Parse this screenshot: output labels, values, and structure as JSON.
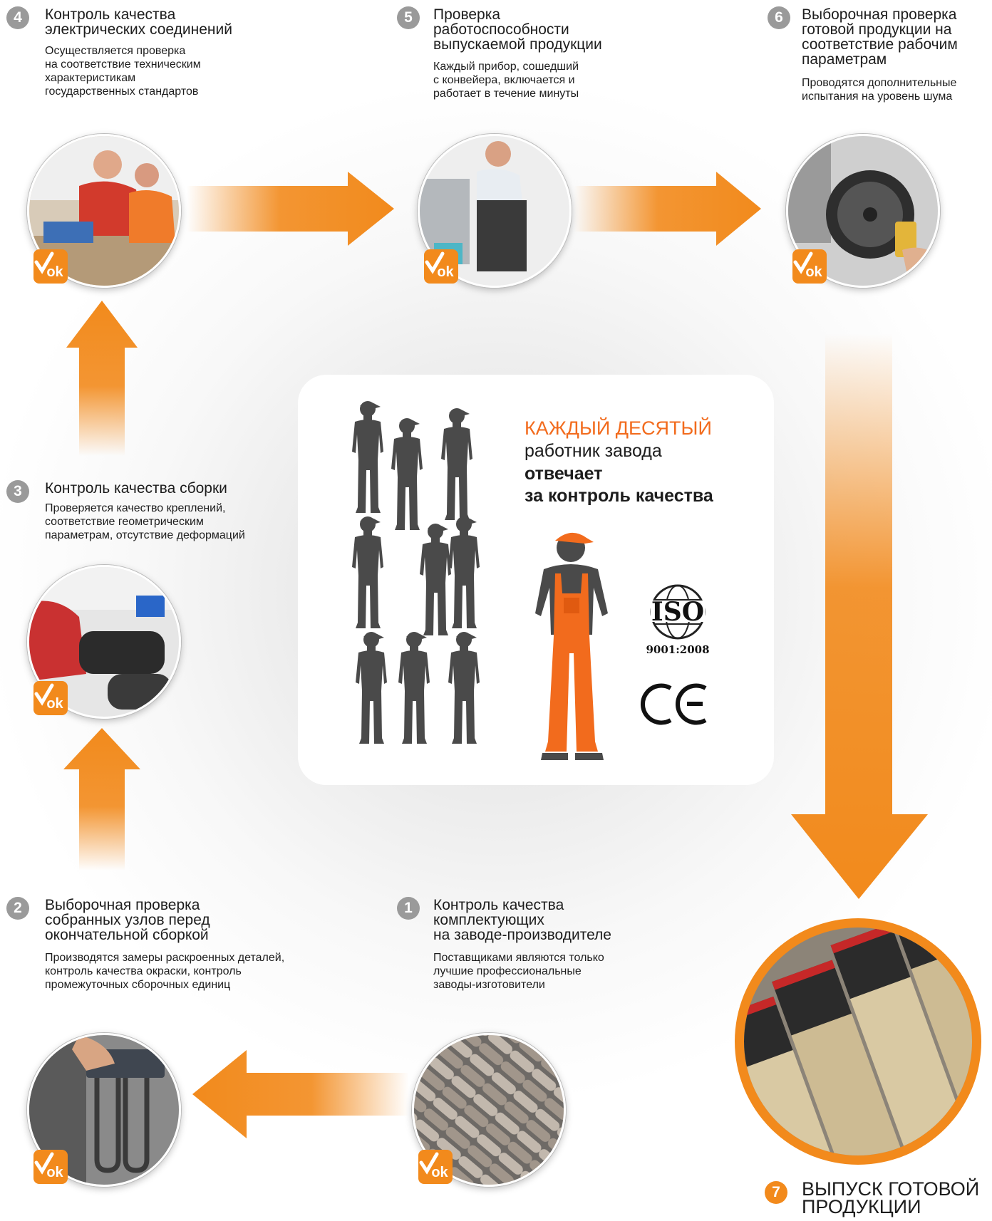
{
  "steps": [
    {
      "num": "1",
      "title": "Контроль качества\nкомплектующих\nна заводе-производителе",
      "desc": "Поставщиками являются только\nлучшие профессиональные\nзаводы-изготовители",
      "photo": "heating-element-coils"
    },
    {
      "num": "2",
      "title": "Выборочная проверка\nсобранных узлов перед\nокончательной сборкой",
      "desc": "Производятся замеры раскроенных деталей,\nконтроль качества окраски, контроль\nпромежуточных сборочных единиц",
      "photo": "heating-element-inspection"
    },
    {
      "num": "3",
      "title": "Контроль качества сборки",
      "desc": "Проверяется качество креплений,\nсоответствие геометрическим\nпараметрам, отсутствие деформаций",
      "photo": "assembly-line-worker"
    },
    {
      "num": "4",
      "title": "Контроль качества\nэлектрических соединений",
      "desc": "Осуществляется проверка\nна соответствие техническим\nхарактеристикам\nгосударственных стандартов",
      "photo": "workers-at-bench"
    },
    {
      "num": "5",
      "title": "Проверка\nработоспособности\nвыпускаемой продукции",
      "desc": "Каждый прибор, сошедший\nс конвейера, включается и\nработает в течение минуты",
      "photo": "worker-testing-heater"
    },
    {
      "num": "6",
      "title": "Выборочная проверка\nготовой продукции на\nсоответствие рабочим\nпараметрам",
      "desc": "Проводятся дополнительные\nиспытания на уровень шума",
      "photo": "fan-noise-test"
    }
  ],
  "final": {
    "num": "7",
    "title": "ВЫПУСК ГОТОВОЙ\nПРОДУКЦИИ",
    "photo": "packed-boxes"
  },
  "ok_badge": {
    "label": "ok",
    "icon": "checkmark-icon"
  },
  "panel": {
    "line1": "КАЖДЫЙ ДЕСЯТЫЙ",
    "line2": "работник завода",
    "line3": "отвечает",
    "line4": "за контроль качества",
    "iso_label": "ISO",
    "iso_code": "9001:2008",
    "ce_label": "CE"
  },
  "colors": {
    "accent": "#f28a1c",
    "highlight": "#f26b1d",
    "worker_grey": "#4a4a4a",
    "number_grey": "#9a9a9a"
  }
}
